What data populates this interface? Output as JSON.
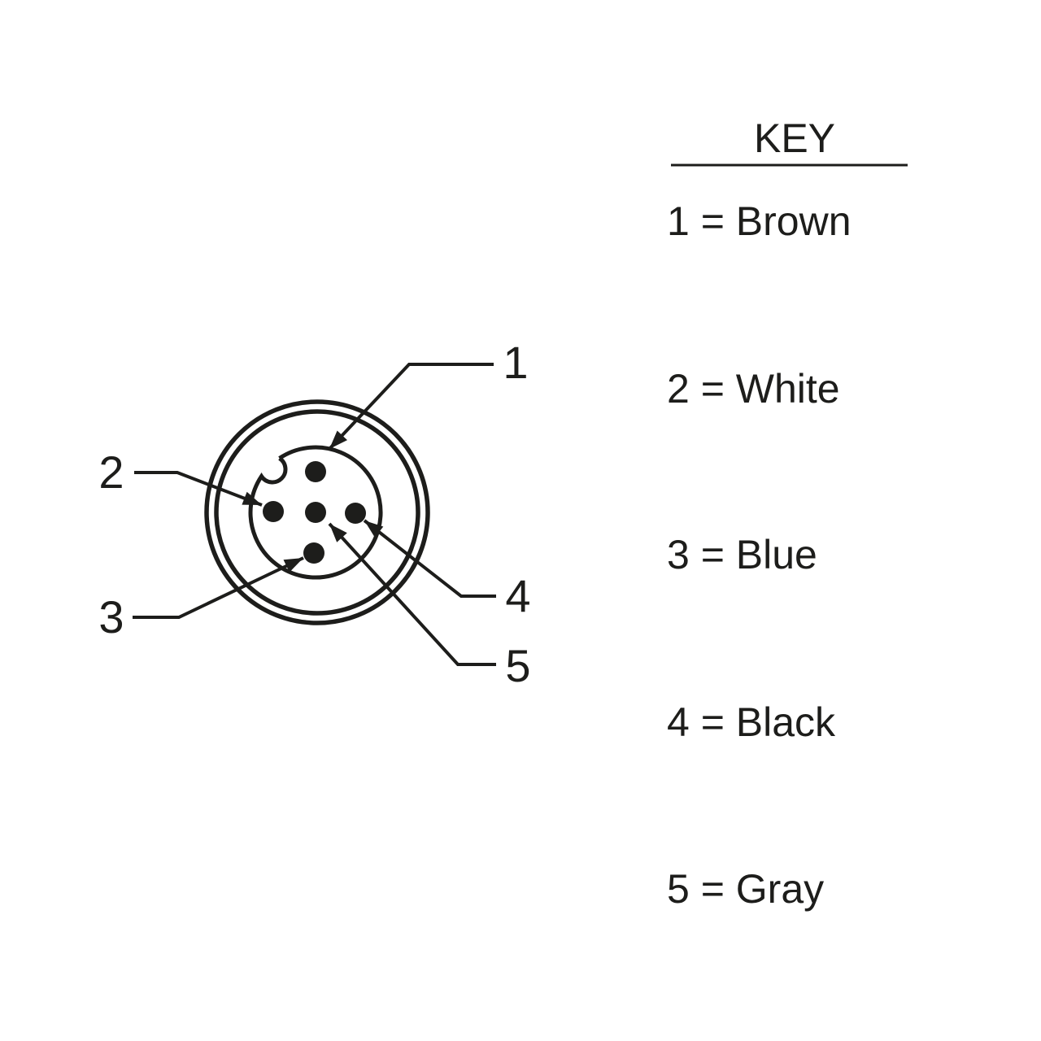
{
  "page": {
    "background": "#ffffff",
    "ink_color": "#1d1d1b"
  },
  "connector": {
    "pins": [
      {
        "number": "1",
        "color_name": "Brown"
      },
      {
        "number": "2",
        "color_name": "White"
      },
      {
        "number": "3",
        "color_name": "Blue"
      },
      {
        "number": "4",
        "color_name": "Black"
      },
      {
        "number": "5",
        "color_name": "Gray"
      }
    ]
  },
  "key": {
    "title": "KEY",
    "entries": [
      {
        "label": "1 = Brown"
      },
      {
        "label": "2 = White"
      },
      {
        "label": "3 = Blue"
      },
      {
        "label": "4 = Black"
      },
      {
        "label": "5 = Gray"
      }
    ]
  }
}
